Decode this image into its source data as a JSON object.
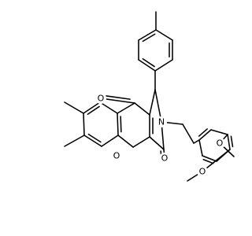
{
  "diagram": {
    "type": "chemical-structure",
    "background": "#ffffff",
    "ink_color": "#000000",
    "atom_labels": {
      "o_ketone_top": "O",
      "o_ring": "O",
      "o_lactam": "O",
      "n_pyrrole": "N",
      "o_methoxy_upper": "O",
      "o_methoxy_lower": "O"
    }
  }
}
